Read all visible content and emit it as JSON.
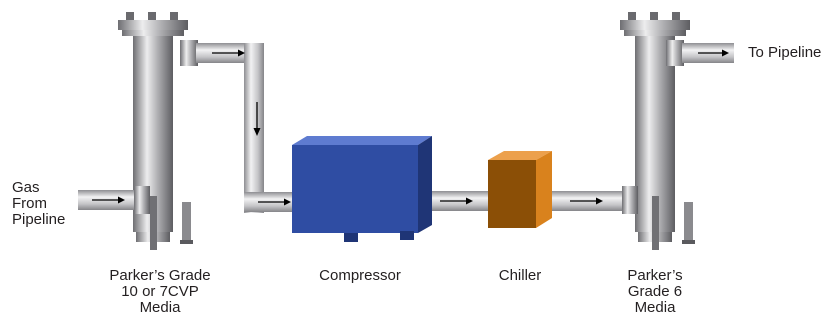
{
  "labels": {
    "gas_from": [
      "Gas",
      "From",
      "Pipeline"
    ],
    "to_pipeline": "To Pipeline",
    "filter1": [
      "Parker’s  Grade",
      "10 or 7CVP",
      "Media"
    ],
    "compressor": "Compressor",
    "chiller": "Chiller",
    "filter2": [
      "Parker’s",
      "Grade 6",
      "Media"
    ]
  },
  "colors": {
    "compressor": "#2e4a9e",
    "chiller": "#d9821d",
    "housing": "#a9a9ac",
    "pipe": "#cfcfd1"
  },
  "icons": [
    "right-arrow-icon",
    "down-arrow-icon"
  ]
}
